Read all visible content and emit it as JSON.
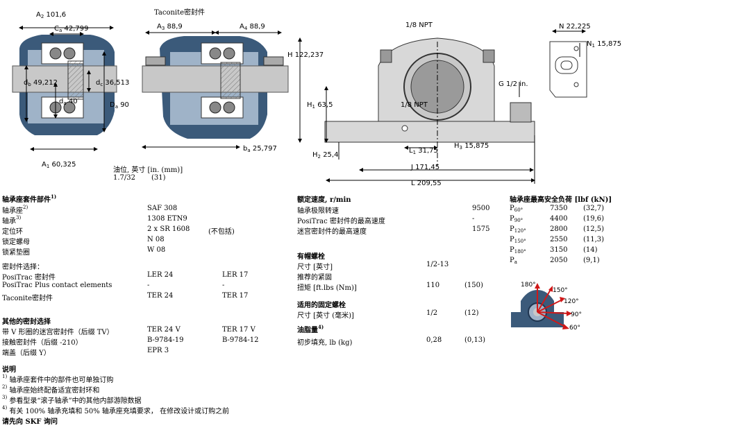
{
  "drawing": {
    "taconite_label": "Taconite密封件",
    "A2": "A",
    "A2_sub": "2",
    "A2_val": "101,6",
    "Ca": "C",
    "Ca_sub": "a",
    "Ca_val": "42,799",
    "A3": "A",
    "A3_sub": "3",
    "A3_val": "88,9",
    "A4": "A",
    "A4_sub": "4",
    "A4_val": "88,9",
    "npt_top": "1/8 NPT",
    "H": "H",
    "H_val": "122,237",
    "N": "N",
    "N_val": "22,225",
    "N1": "N",
    "N1_sub": "1",
    "N1_val": "15,875",
    "db": "d",
    "db_sub": "b",
    "db_val": "49,212",
    "dc": "d",
    "dc_sub": "c",
    "dc_val": "36,513",
    "Da": "D",
    "Da_sub": "a",
    "Da_val": "90",
    "da": "d",
    "da_sub": "a",
    "da_val": "40",
    "G": "G",
    "G_val": "1/2 in.",
    "H1": "H",
    "H1_sub": "1",
    "H1_val": "63,5",
    "npt_mid": "1/8 NPT",
    "L1": "L",
    "L1_sub": "1",
    "L1_val": "31,75",
    "H3": "H",
    "H3_sub": "3",
    "H3_val": "15,875",
    "H2": "H",
    "H2_sub": "2",
    "H2_val": "25,4",
    "A1": "A",
    "A1_sub": "1",
    "A1_val": "60,325",
    "ba": "b",
    "ba_sub": "a",
    "ba_val": "25,797",
    "J": "J",
    "J_val": "171,45",
    "L": "L",
    "L_val": "209,55",
    "oil_label": "油位, 英寸 [in. (mm)]",
    "oil_in": "1.7/32",
    "oil_mm": "(31)"
  },
  "components": {
    "title": "轴承座套件部件",
    "title_sup": "1)",
    "rows": [
      {
        "label": "轴承座",
        "sup": "2)",
        "v1": "SAF 308",
        "v2": ""
      },
      {
        "label": "轴承",
        "sup": "3)",
        "v1": "1308 ETN9",
        "v2": ""
      },
      {
        "label": "定位环",
        "sup": "",
        "v1": "2 x SR 1608",
        "v2": "(不包括)"
      },
      {
        "label": "锁定螺母",
        "sup": "",
        "v1": "N 08",
        "v2": ""
      },
      {
        "label": "锁紧垫圈",
        "sup": "",
        "v1": "W 08",
        "v2": ""
      }
    ],
    "seal_title": "密封件选择：",
    "seal_rows": [
      {
        "label": "PosiTrac 密封件",
        "v1": "LER 24",
        "v2": "LER 17"
      },
      {
        "label": "PosiTrac Plus contact elements",
        "v1": "-",
        "v2": "-"
      },
      {
        "label": "Taconite密封件",
        "v1": "TER 24",
        "v2": "TER 17"
      }
    ],
    "other_title": "其他的密封选择",
    "other_rows": [
      {
        "label": "带 V 形圈的迷宫密封件（后缀 TV）",
        "v1": "TER 24 V",
        "v2": "TER 17 V"
      },
      {
        "label": "接触密封件（后缀 -210）",
        "v1": "B-9784-19",
        "v2": "B-9784-12"
      },
      {
        "label": "端盖（后缀 Y）",
        "v1": "EPR 3",
        "v2": ""
      }
    ]
  },
  "speed": {
    "title": "额定速度, r/min",
    "rows": [
      {
        "label": "轴承极限转速",
        "value": "9500"
      },
      {
        "label": "PosiTrac 密封件的最高速度",
        "value": "-"
      },
      {
        "label": "迷宫密封件的最高速度",
        "value": "1575"
      }
    ]
  },
  "cap_bolts": {
    "title": "有帽螺栓",
    "rows": [
      {
        "label": "尺寸 [英寸]",
        "v1": "1/2-13",
        "v2": ""
      },
      {
        "label": "推荐的紧固",
        "v1": "",
        "v2": ""
      },
      {
        "label": "扭矩 [ft.lbs (Nm)]",
        "v1": "110",
        "v2": "(150)"
      }
    ]
  },
  "attach_bolts": {
    "title": "适用的固定螺栓",
    "rows": [
      {
        "label": "尺寸 [英寸 (毫米)]",
        "v1": "1/2",
        "v2": "(12)"
      }
    ]
  },
  "grease": {
    "title": "油脂量",
    "title_sup": "4)",
    "rows": [
      {
        "label": "初步填充, lb (kg)",
        "v1": "0,28",
        "v2": "(0,13)"
      }
    ]
  },
  "loads": {
    "title": "轴承座最高安全负荷 [lbf (kN)]",
    "rows": [
      {
        "sym": "P",
        "sub": "60°",
        "v1": "7350",
        "v2": "(32,7)"
      },
      {
        "sym": "P",
        "sub": "90°",
        "v1": "4400",
        "v2": "(19,6)"
      },
      {
        "sym": "P",
        "sub": "120°",
        "v1": "2800",
        "v2": "(12,5)"
      },
      {
        "sym": "P",
        "sub": "150°",
        "v1": "2550",
        "v2": "(11,3)"
      },
      {
        "sym": "P",
        "sub": "180°",
        "v1": "3150",
        "v2": "(14)"
      },
      {
        "sym": "P",
        "sub": "a",
        "v1": "2050",
        "v2": "(9,1)"
      }
    ],
    "angles": [
      "180°",
      "150°",
      "120°",
      "90°",
      "60°"
    ]
  },
  "notes": {
    "title": "说明",
    "items": [
      {
        "num": "1)",
        "text": "轴承座套件中的部件也可单独订购"
      },
      {
        "num": "2)",
        "text": "轴承座始终配备适宜密封环和"
      },
      {
        "num": "3)",
        "text": "参看型录“滚子轴承”中的其他内部游隙数据"
      },
      {
        "num": "4)",
        "text": "有关 100% 轴承充填和 50% 轴承座充填要求， 在修改设计或订购之前"
      }
    ],
    "contact": "请先向 SKF 询问"
  },
  "colors": {
    "housing": "#3b5a7a",
    "housing_light": "#9fb3c8",
    "shaft": "#c8c8c8",
    "red": "#d01818"
  }
}
